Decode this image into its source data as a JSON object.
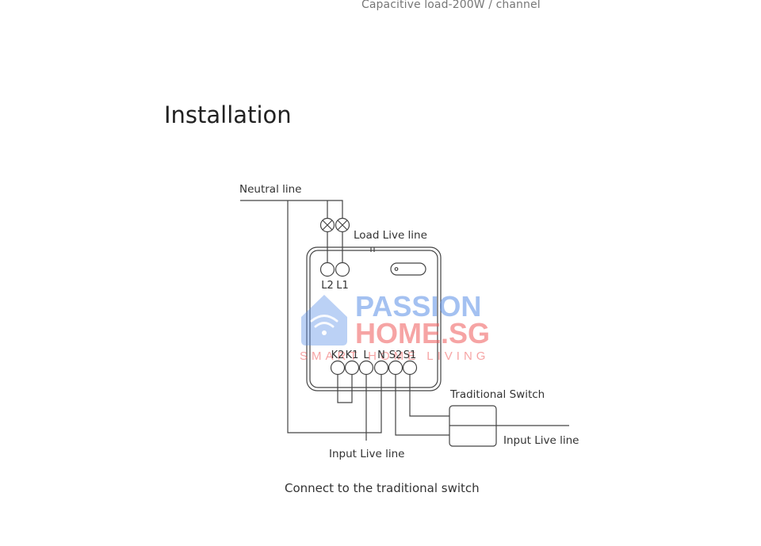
{
  "spec": {
    "capacitive_load": "Capacitive load-200W / channel"
  },
  "section": {
    "title": "Installation"
  },
  "diagram": {
    "labels": {
      "neutral_line": "Neutral line",
      "load_live_line": "Load Live line",
      "traditional_switch": "Traditional Switch",
      "input_live_line_right": "Input Live line",
      "input_live_line_bottom": "Input Live line"
    },
    "top_terminals": [
      "L2",
      "L1"
    ],
    "bottom_terminals": [
      "K2",
      "K1",
      "L",
      "N",
      "S2",
      "S1"
    ],
    "caption": "Connect to the traditional switch"
  },
  "watermark": {
    "line1": "PASSION",
    "line2": "HOME.SG",
    "tagline": "SMART HOME LIVING",
    "color_blue": "#5b8fe6",
    "color_red": "#f05a5a"
  },
  "colors": {
    "line": "#444444",
    "text": "#333333"
  }
}
